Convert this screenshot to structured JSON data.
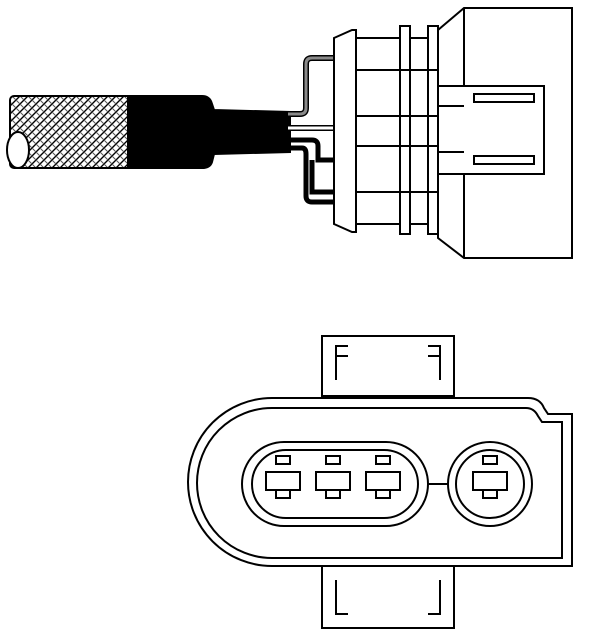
{
  "diagram": {
    "views": [
      "connector-side-view",
      "connector-face-view"
    ],
    "wires": [
      {
        "color_name": "grey",
        "color": "#8a8a8a"
      },
      {
        "color_name": "white",
        "color": "#ffffff"
      },
      {
        "color_name": "black",
        "color": "#000000"
      },
      {
        "color_name": "black",
        "color": "#000000"
      }
    ],
    "pin_groups": [
      {
        "pins": 3
      },
      {
        "pins": 1
      }
    ],
    "colors": {
      "line": "#000000",
      "background": "#ffffff",
      "sleeve": "#000000"
    }
  }
}
